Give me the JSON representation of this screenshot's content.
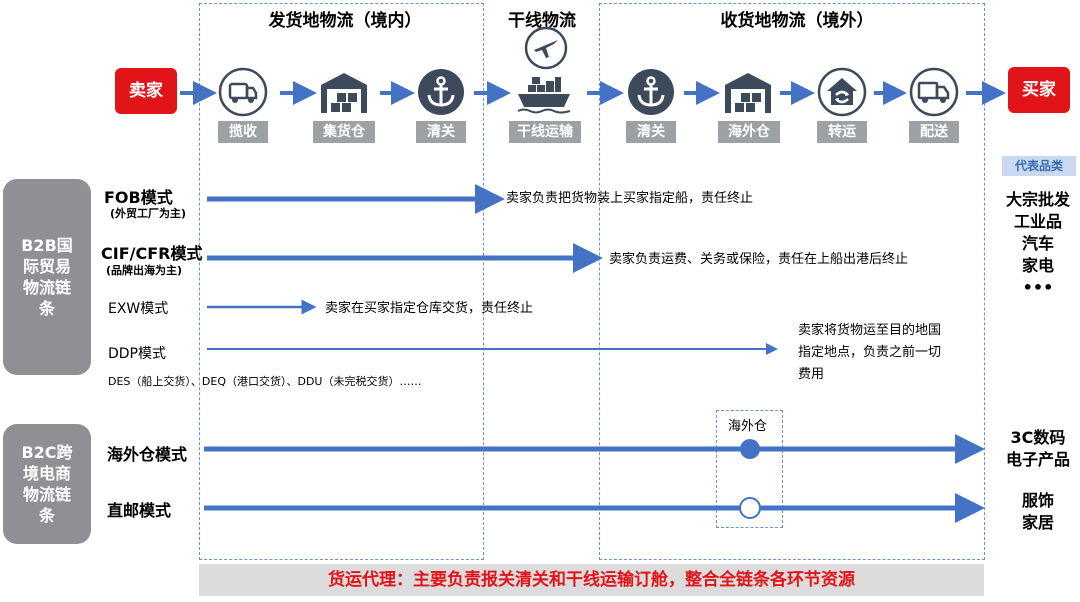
{
  "sections": {
    "domestic": "发货地物流（境内）",
    "trunk": "干线物流",
    "overseas": "收货地物流（境外）"
  },
  "seller": "卖家",
  "buyer": "买家",
  "steps": [
    {
      "label": "揽收",
      "icon": "van-icon"
    },
    {
      "label": "集货仓",
      "icon": "warehouse-icon"
    },
    {
      "label": "清关",
      "icon": "anchor-icon"
    },
    {
      "label": "干线运输",
      "icon": "ship-icon"
    },
    {
      "label": "清关",
      "icon": "anchor-icon"
    },
    {
      "label": "海外仓",
      "icon": "warehouse-icon"
    },
    {
      "label": "转运",
      "icon": "transfer-icon"
    },
    {
      "label": "配送",
      "icon": "delivery-truck-icon"
    }
  ],
  "b2b_label": "B2B国\n际贸易\n物流链\n条",
  "b2c_label": "B2C跨\n境电商\n物流链\n条",
  "b2b_modes": {
    "fob": {
      "name": "FOB模式",
      "sub": "(外贸工厂为主)",
      "desc": "卖家负责把货物装上买家指定船，责任终止"
    },
    "cif": {
      "name": "CIF/CFR模式",
      "sub": "(品牌出海为主)",
      "desc": "卖家负责运费、关务或保险，责任在上船出港后终止"
    },
    "exw": {
      "name": "EXW模式",
      "desc": "卖家在买家指定仓库交货，责任终止"
    },
    "ddp": {
      "name": "DDP模式",
      "desc": "卖家将货物运至目的地国\n指定地点，负责之前一切\n费用"
    },
    "others": "DES（船上交货）、DEQ（港口交货）、DDU（未完税交货）……"
  },
  "b2c_modes": {
    "overseas_wh": "海外仓模式",
    "direct": "直邮模式",
    "wh_marker": "海外仓"
  },
  "categories": {
    "tag": "代表品类",
    "b2b": "大宗批发\n工业品\n汽车\n家电\n•••",
    "b2c_1": "3C数码\n电子产品",
    "b2c_2": "服饰\n家居"
  },
  "bottom_note": "货运代理：主要负责报关清关和干线运输订舱，整合全链条各环节资源",
  "colors": {
    "accent_red": "#e1141a",
    "arrow_blue": "#4472c4",
    "dash_blue": "#6a93c8",
    "icon_navy": "#3d4a5c",
    "tag_gray": "#9da1a5"
  }
}
